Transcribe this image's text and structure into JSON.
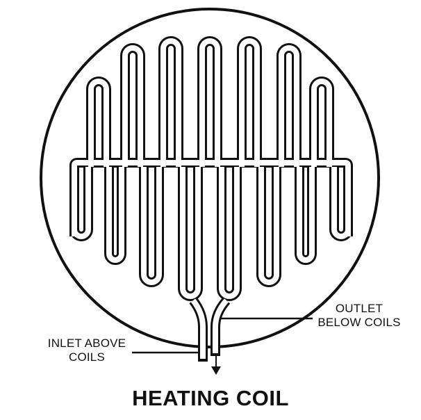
{
  "diagram": {
    "title": "HEATING COIL",
    "labels": {
      "inlet_line1": "INLET ABOVE",
      "inlet_line2": "COILS",
      "outlet_line1": "OUTLET",
      "outlet_line2": "BELOW COILS"
    },
    "colors": {
      "stroke": "#111111",
      "background": "#ffffff"
    },
    "icons": {
      "flow_direction": "arrow-down-icon"
    }
  }
}
